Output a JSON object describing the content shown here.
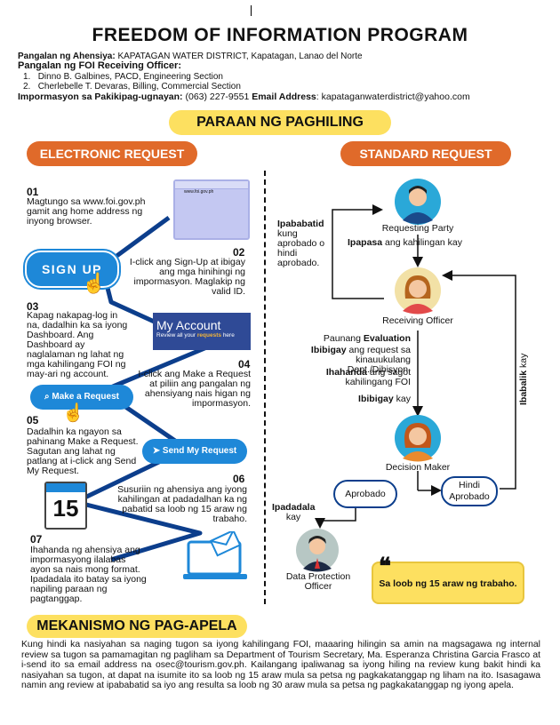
{
  "title": "FREEDOM OF INFORMATION PROGRAM",
  "agency": {
    "label": "Pangalan ng Ahensiya:",
    "value": "KAPATAGAN WATER DISTRICT, Kapatagan, Lanao del Norte"
  },
  "receiving": {
    "label": "Pangalan ng FOI Receiving Officer:",
    "items": [
      "Dinno B. Galbines, PACD, Engineering Section",
      "Cherlebelle T. Devaras, Billing, Commercial Section"
    ],
    "numbers": [
      "1.",
      "2."
    ]
  },
  "contact": {
    "label": "Impormasyon sa Pakikipag-ugnayan:",
    "phone": "(063) 227-9551",
    "email_label": "Email Address",
    "email": ": kapataganwaterdistrict@yahoo.com"
  },
  "section_title": "PARAAN NG PAGHILING",
  "electronic": {
    "header": "ELECTRONIC REQUEST",
    "browser_url": "www.foi.gov.ph",
    "signup_label": "SIGN UP",
    "account_title": "My Account",
    "account_sub": "Review all your",
    "account_sub_hl": "requests",
    "account_sub_end": "here",
    "make_request_label": "Make a Request",
    "send_request_label": "Send My Request",
    "calendar_day": "15",
    "steps": [
      {
        "num": "01",
        "text": "Magtungo sa www.foi.gov.ph gamit ang home address ng inyong browser."
      },
      {
        "num": "02",
        "text": "I-click ang Sign-Up at ibigay ang mga hinihingi ng impormasyon. Maglakip ng valid ID."
      },
      {
        "num": "03",
        "text": "Kapag nakapag-log in na, dadalhin ka sa iyong Dashboard. Ang Dashboard ay naglalaman ng lahat ng mga kahilingang FOI ng may-ari ng account."
      },
      {
        "num": "04",
        "text": "I-click ang Make a Request at piliin ang pangalan ng ahensiyang nais higan ng impormasyon."
      },
      {
        "num": "05",
        "text": "Dadalhin ka ngayon sa pahinang Make a Request. Sagutan ang lahat ng patlang at i-click ang Send My Request."
      },
      {
        "num": "06",
        "text": "Susuriin ng ahensiya ang iyong kahilingan at padadalhan ka ng pabatid sa loob ng 15 araw ng trabaho."
      },
      {
        "num": "07",
        "text": "Ihahanda ng ahensiya ang impormasyong ilalabas ayon sa nais mong format. Ipadadala ito batay sa iyong napiling paraan ng pagtanggap."
      }
    ]
  },
  "standard": {
    "header": "STANDARD REQUEST",
    "requesting_party": "Requesting Party",
    "ipapasa_b": "Ipapasa",
    "ipapasa_t": "ang kahilingan kay",
    "ipababatid": "Ipababatid",
    "ipababatid_t": "kung aprobado o hindi aprobado.",
    "receiving_officer": "Receiving Officer",
    "eval_pre": "Paunang",
    "eval_b": "Evaluation",
    "ibigay_b": "Ibibigay",
    "ibigay_t": "ang request sa kinauukulang Dept./Dibisyon.",
    "ihahanda_b": "Ihahanda",
    "ihahanda_t": "ang sagot kahilingang FOI",
    "ibibigay2_b": "Ibibigay",
    "ibibigay2_t": "kay",
    "decision_maker": "Decision Maker",
    "aprobado": "Aprobado",
    "hindi_aprobado": "Hindi Aprobado",
    "ibabalik_b": "Ibabalik",
    "ibabalik_t": "kay",
    "ipadadala_b": "Ipadadala",
    "ipadadala_t": "kay",
    "dpo": "Data Protection Officer",
    "quote_mark": "❝",
    "quote": "Sa loob ng 15 araw ng trabaho."
  },
  "appeal": {
    "title": "MEKANISMO NG PAG-APELA",
    "text": "Kung hindi ka nasiyahan sa naging tugon sa iyong kahilingang FOI, maaaring hilingin sa amin na magsagawa ng internal review sa tugon sa pamamagitan ng pagliham sa Department of Tourism Secretary, Ma. Esperanza Christina Garcia Frasco at i-send ito sa email address na osec@tourism.gov.ph. Kailangang ipaliwanag sa iyong hiling na review kung bakit hindi ka nasiyahan sa tugon, at dapat na isumite ito sa loob ng 15 araw mula sa petsa ng pagkakatanggap ng liham na ito. Isasagawa namin ang review at ipababatid sa iyo ang resulta sa loob ng 30 araw mula sa petsa ng pagkakatanggap ng iyong apela."
  },
  "colors": {
    "orange": "#e06a2a",
    "yellow": "#fde060",
    "blue": "#1e88d8",
    "navy": "#0c3e8c"
  }
}
